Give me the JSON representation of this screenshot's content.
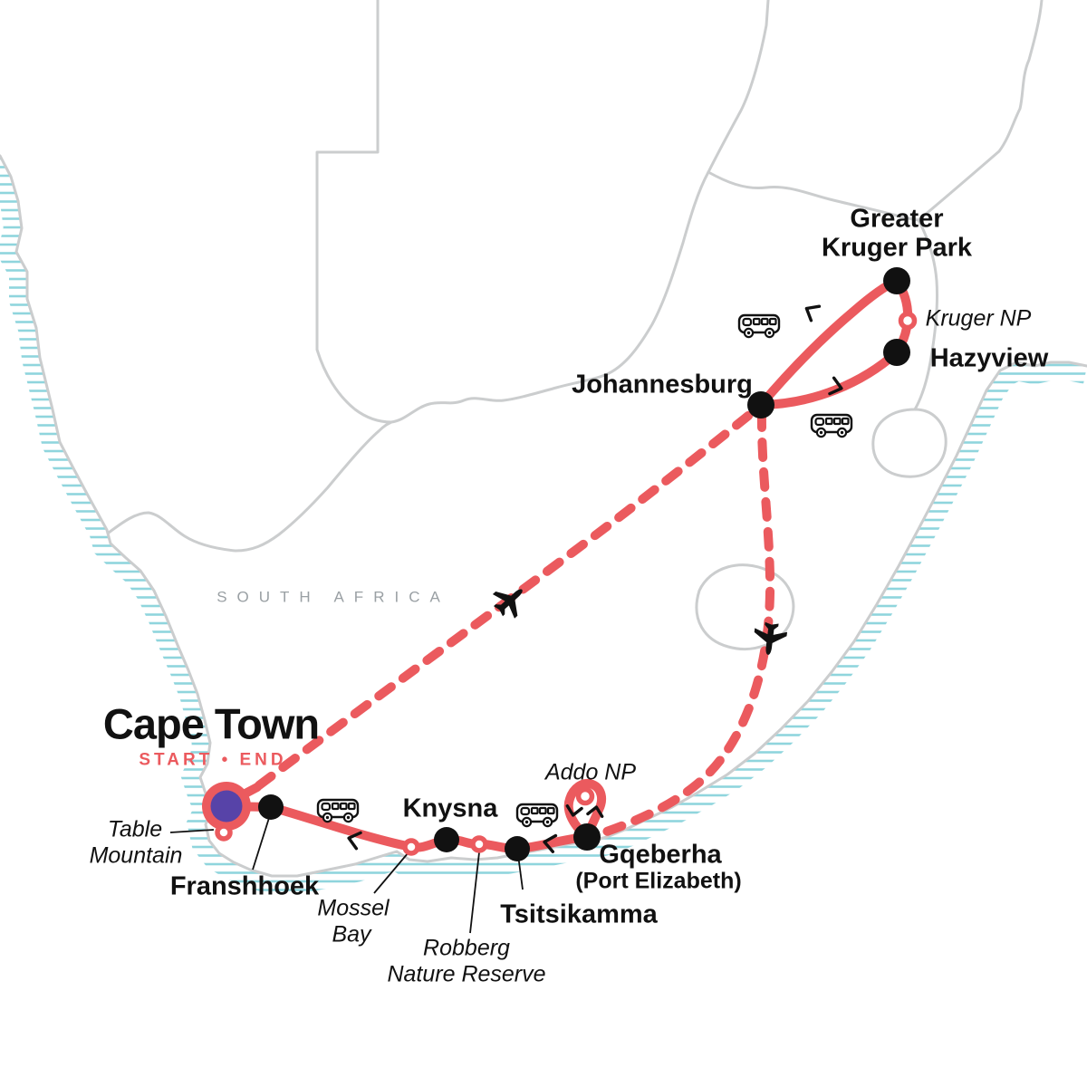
{
  "map": {
    "country_label": "SOUTH AFRICA",
    "type": "tour-itinerary-map"
  },
  "colors": {
    "route_red": "#EB5A5E",
    "marker_purple": "#5743A8",
    "coast_teal": "#8FD5DD",
    "border_grey": "#CBCDCE",
    "country_label_grey": "#9AA0A4",
    "text_black": "#111111"
  },
  "start_city": {
    "title": "Cape Town",
    "subtitle": "START • END"
  },
  "labels": {
    "johannesburg": "Johannesburg",
    "greater_kruger_line1": "Greater",
    "greater_kruger_line2": "Kruger Park",
    "kruger_np": "Kruger NP",
    "hazyview": "Hazyview",
    "addo_np": "Addo NP",
    "gqeberha": "Gqeberha",
    "gqeberha_alt": "(Port Elizabeth)",
    "tsitsikamma": "Tsitsikamma",
    "robberg_line1": "Robberg",
    "robberg_line2": "Nature Reserve",
    "knysna": "Knysna",
    "mossel_line1": "Mossel",
    "mossel_line2": "Bay",
    "franshhoek": "Franshhoek",
    "table_mountain_line1": "Table",
    "table_mountain_line2": "Mountain"
  },
  "stops": [
    {
      "name": "Cape Town",
      "marker": "start-end"
    },
    {
      "name": "Franshhoek",
      "marker": "major"
    },
    {
      "name": "Table Mountain",
      "marker": "poi"
    },
    {
      "name": "Mossel Bay",
      "marker": "poi"
    },
    {
      "name": "Knysna",
      "marker": "major"
    },
    {
      "name": "Robberg Nature Reserve",
      "marker": "poi"
    },
    {
      "name": "Tsitsikamma",
      "marker": "major"
    },
    {
      "name": "Gqeberha (Port Elizabeth)",
      "marker": "major"
    },
    {
      "name": "Addo NP",
      "marker": "poi"
    },
    {
      "name": "Johannesburg",
      "marker": "major"
    },
    {
      "name": "Hazyview",
      "marker": "major"
    },
    {
      "name": "Kruger NP",
      "marker": "poi"
    },
    {
      "name": "Greater Kruger Park",
      "marker": "major"
    }
  ],
  "icons": {
    "bus": "minibus-icon",
    "plane": "airplane-icon"
  }
}
